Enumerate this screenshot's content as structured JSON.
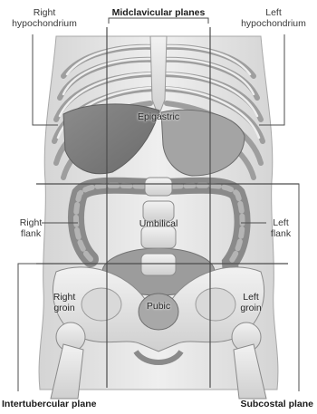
{
  "labels": {
    "right_hypochondrium": [
      "Right",
      "hypochondrium"
    ],
    "left_hypochondrium": [
      "Left",
      "hypochondrium"
    ],
    "midclavicular_planes": "Midclavicular planes",
    "epigastric": "Epigastric",
    "right_flank": [
      "Right",
      "flank"
    ],
    "left_flank": [
      "Left",
      "flank"
    ],
    "umbilical": "Umbilical",
    "right_groin": [
      "Right",
      "groin"
    ],
    "left_groin": [
      "Left",
      "groin"
    ],
    "pubic": "Pubic",
    "intertubercular_plane": "Intertubercular plane",
    "subcostal_plane": "Subcostal plane"
  },
  "colors": {
    "background": "#ffffff",
    "bone": "#e6e6e6",
    "bone_shadow": "#b9b9b9",
    "organ": "#9a9a9a",
    "organ_dark": "#6f6f6f",
    "plane_line": "#4d4d4d",
    "text": "#3a3a3a"
  }
}
